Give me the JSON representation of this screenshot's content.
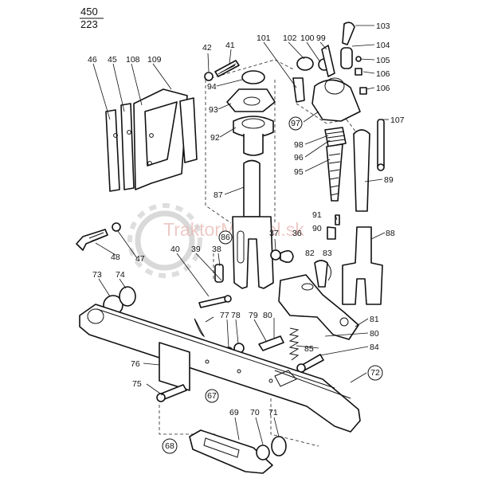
{
  "page_code": {
    "top": "450",
    "bottom": "223"
  },
  "watermark": "TraktorManuel.sk",
  "parts": {
    "p103": "103",
    "p104": "104",
    "p105": "105",
    "p106a": "106",
    "p106b": "106",
    "p107": "107",
    "p101": "101",
    "p102": "102",
    "p100": "100",
    "p99": "99",
    "p97": "97",
    "p98": "98",
    "p96": "96",
    "p95": "95",
    "p42": "42",
    "p41": "41",
    "p94": "94",
    "p93": "93",
    "p92": "92",
    "p87": "87",
    "p86": "86",
    "p46": "46",
    "p45": "45",
    "p108": "108",
    "p109": "109",
    "p89": "89",
    "p91": "91",
    "p90": "90",
    "p88": "88",
    "p37": "37",
    "p36": "36",
    "p48": "48",
    "p47": "47",
    "p40": "40",
    "p39": "39",
    "p38": "38",
    "p82": "82",
    "p83": "83",
    "p73": "73",
    "p74": "74",
    "p81": "81",
    "p80a": "80",
    "p80b": "80",
    "p77": "77",
    "p78": "78",
    "p79": "79",
    "p85": "85",
    "p84": "84",
    "p76": "76",
    "p72": "72",
    "p75": "75",
    "p67": "67",
    "p69": "69",
    "p70": "70",
    "p71": "71",
    "p68": "68"
  }
}
